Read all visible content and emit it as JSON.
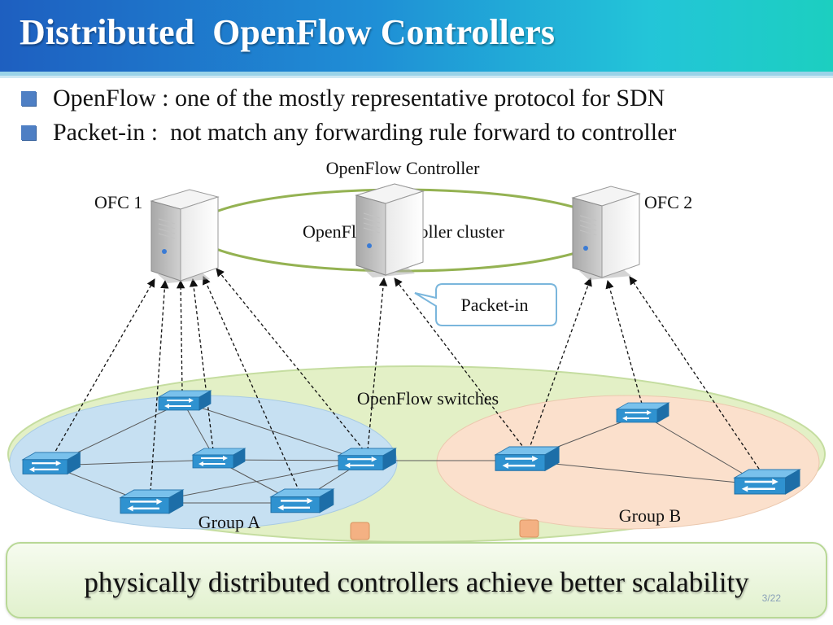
{
  "slide": {
    "title": "Distributed  OpenFlow Controllers",
    "bullets": [
      "OpenFlow : one of the mostly representative protocol for SDN",
      "Packet-in :  not match any forwarding rule forward to controller"
    ],
    "footer": "physically distributed controllers achieve better scalability",
    "slide_number": "3/22"
  },
  "diagram": {
    "labels": {
      "controller_title": "OpenFlow Controller",
      "cluster": "OpenFlow controller cluster",
      "ofc1": "OFC 1",
      "ofc2": "OFC 2",
      "packet_in": "Packet-in",
      "switches": "OpenFlow switches",
      "group_a": "Group A",
      "group_b": "Group B"
    },
    "colors": {
      "cluster_ring": "#94b252",
      "switch_region": "#e3f0c6",
      "group_a_fill": "#c6e0f2",
      "group_b_fill": "#fbe0cc",
      "switch_blue": "#2f92d0",
      "callout_border": "#7ab6dc",
      "marker_orange": "#f4b183"
    },
    "icons": {
      "server": "server-tower-icon",
      "switch": "network-switch-icon"
    }
  }
}
